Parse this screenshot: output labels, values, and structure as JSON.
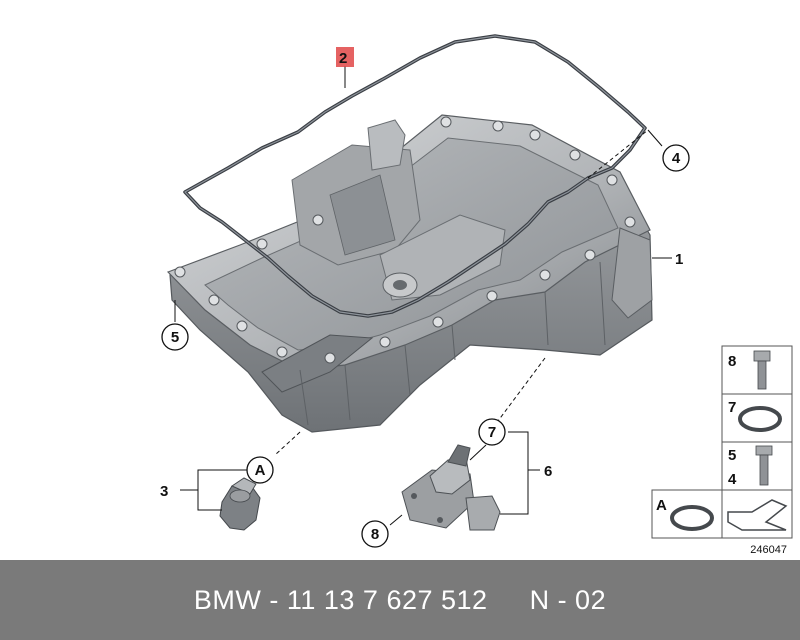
{
  "callouts": {
    "c1": "1",
    "c2": "2",
    "c3": "3",
    "c4": "4",
    "c5": "5",
    "c6": "6",
    "c7": "7",
    "c8": "8",
    "cA": "A"
  },
  "legend": {
    "bolt8": "8",
    "oring7": "7",
    "screw5": "5",
    "screw4": "4",
    "sealA": "A"
  },
  "image_ref": "246047",
  "footer": {
    "part_number": "BMW - 11 13 7 627 512",
    "variant": "N - 02"
  },
  "colors": {
    "highlight": "#e04646",
    "footer_bg": "#7a7a7a",
    "pan_light": "#c9cbcd",
    "pan_dark": "#7d8185"
  }
}
